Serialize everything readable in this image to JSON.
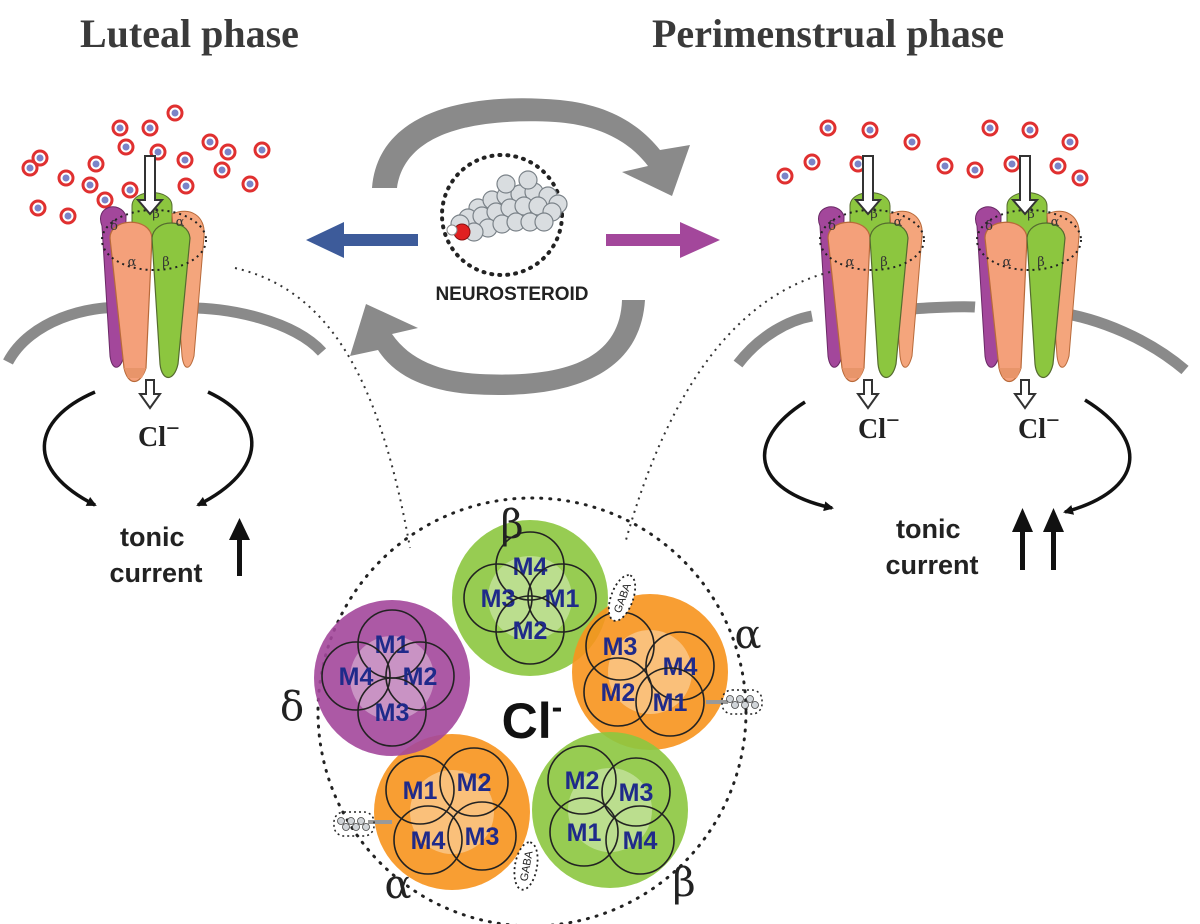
{
  "titles": {
    "left": "Luteal phase",
    "right": "Perimenstrual phase"
  },
  "center": {
    "molecule_label": "NEUROSTEROID"
  },
  "ion": "Cl",
  "ion_charge": "−",
  "ion_center": "Cl",
  "ion_center_charge": "-",
  "tonic": {
    "line1": "tonic",
    "line2": "current"
  },
  "subunit_letters": {
    "alpha": "α",
    "beta": "β",
    "delta": "δ"
  },
  "gaba_label": "GABA",
  "subunits": [
    {
      "letter": "β",
      "color": "#8cc63f",
      "domains": [
        "M4",
        "M3",
        "M1",
        "M2"
      ]
    },
    {
      "letter": "α",
      "color": "#f7941d",
      "domains": [
        "M3",
        "M4",
        "M2",
        "M1"
      ]
    },
    {
      "letter": "β",
      "color": "#8cc63f",
      "domains": [
        "M2",
        "M3",
        "M1",
        "M4"
      ]
    },
    {
      "letter": "α",
      "color": "#f7941d",
      "domains": [
        "M1",
        "M2",
        "M4",
        "M3"
      ]
    },
    {
      "letter": "δ",
      "color": "#a3479b",
      "domains": [
        "M1",
        "M4",
        "M2",
        "M3"
      ]
    }
  ],
  "colors": {
    "alpha": "#f7941d",
    "beta": "#8cc63f",
    "delta": "#a3479b",
    "arrow_blue": "#3d5b9a",
    "arrow_magenta": "#a3479b",
    "cycle_gray": "#8a8a8a",
    "domain_text": "#1f2a8a"
  }
}
